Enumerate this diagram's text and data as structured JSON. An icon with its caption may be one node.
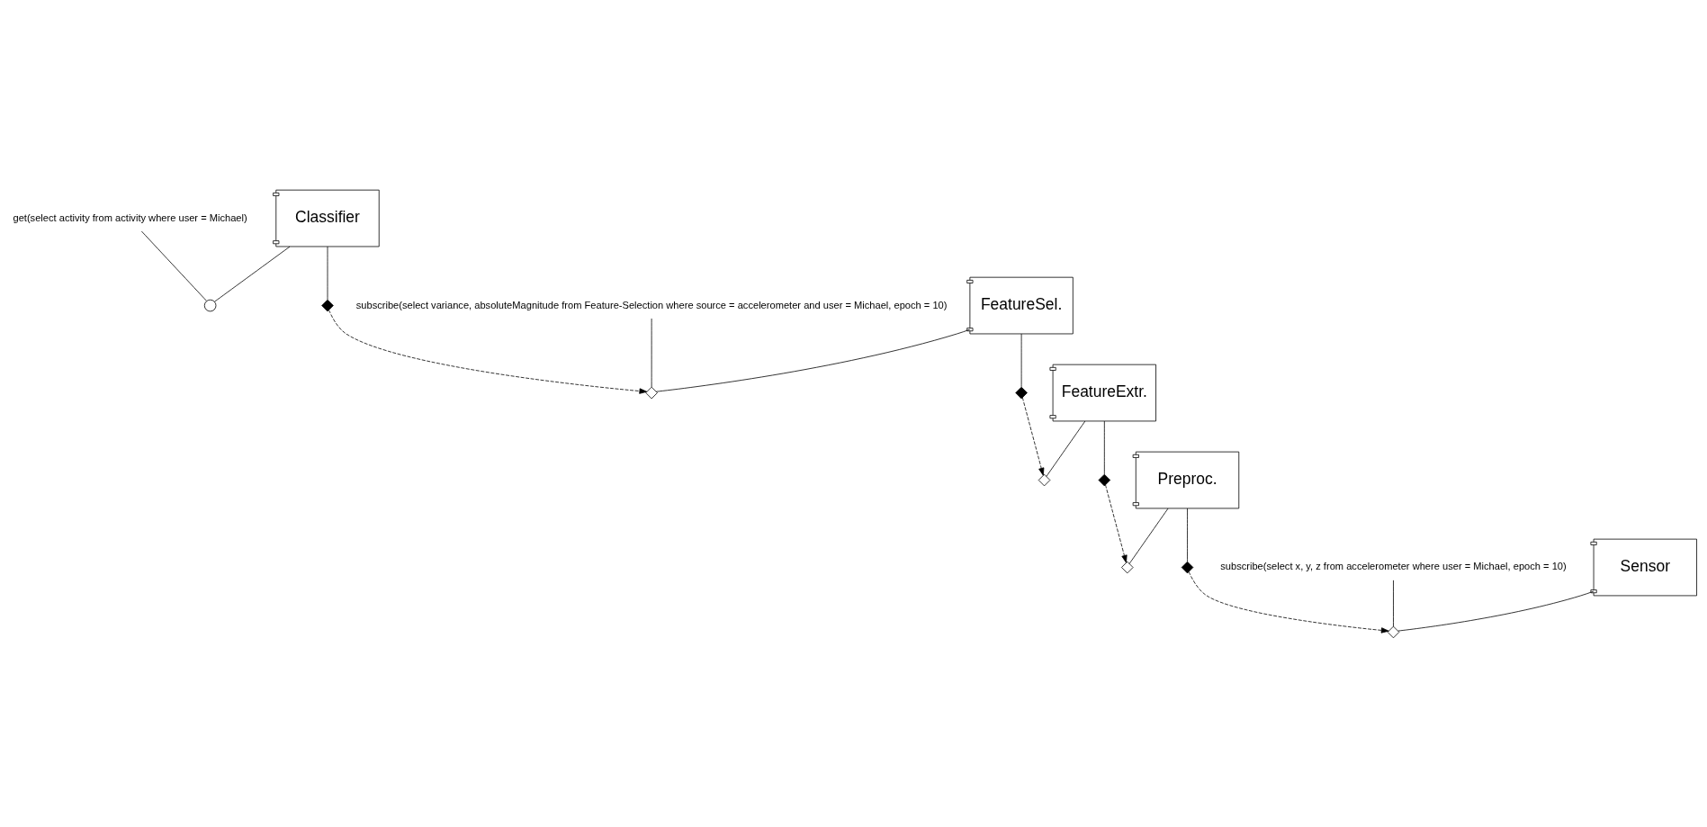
{
  "diagram": {
    "nodes": [
      {
        "text": [
          "get(select activity from activity where user = Michael)"
        ]
      },
      {
        "text": [
          "subscribe(select x, y, z from accelerometer where user = Michael, epoch = 10)"
        ]
      },
      {
        "text": [
          "Sensor"
        ]
      },
      {
        "text": [
          "Classifier"
        ]
      },
      {
        "text": [
          "subscribe(select variance, absoluteMagnitude from Feature-Selection where source = accelerometer and user = Michael, epoch = 10)"
        ]
      },
      {
        "text": [
          "Preproc."
        ]
      },
      {
        "text": [
          "FeatureExtr."
        ]
      },
      {
        "text": [
          "FeatureSel."
        ]
      },
      {
        "text": [],
        "shape": "circle"
      },
      {
        "text": [],
        "shape": "diamond"
      },
      {
        "text": [],
        "shape": "diamond"
      },
      {
        "text": [],
        "shape": "diamond"
      },
      {
        "text": [],
        "shape": "diamond"
      },
      {
        "text": [],
        "shape": "diamond"
      },
      {
        "text": [],
        "shape": "diamond"
      },
      {
        "text": [],
        "shape": "diamond"
      },
      {
        "text": [],
        "shape": "diamond"
      }
    ],
    "edges": [
      {
        "from": 2,
        "to": 9,
        "arrow": "none"
      },
      {
        "from": 3,
        "to": 8,
        "arrow": "none"
      },
      {
        "from": 3,
        "to": 10,
        "arrow": "none"
      },
      {
        "from": 5,
        "to": 11,
        "arrow": "none"
      },
      {
        "from": 5,
        "to": 12,
        "arrow": "none"
      },
      {
        "from": 6,
        "to": 13,
        "arrow": "none"
      },
      {
        "from": 7,
        "to": 14,
        "arrow": "none"
      },
      {
        "from": 6,
        "to": 15,
        "arrow": "none"
      },
      {
        "from": 7,
        "to": 16,
        "arrow": "none"
      },
      {
        "from": 11,
        "to": 9,
        "arrow": "to",
        "style": "dashed"
      },
      {
        "from": 15,
        "to": 12,
        "arrow": "to",
        "style": "dashed"
      },
      {
        "from": 16,
        "to": 13,
        "arrow": "to",
        "style": "dashed"
      },
      {
        "from": 10,
        "to": 14,
        "arrow": "to",
        "style": "dashed"
      },
      {
        "from": 0,
        "to": 8,
        "arrow": "none"
      },
      {
        "from": 1,
        "to": 9,
        "arrow": "none"
      },
      {
        "from": 4,
        "to": 14,
        "arrow": "none"
      }
    ]
  }
}
